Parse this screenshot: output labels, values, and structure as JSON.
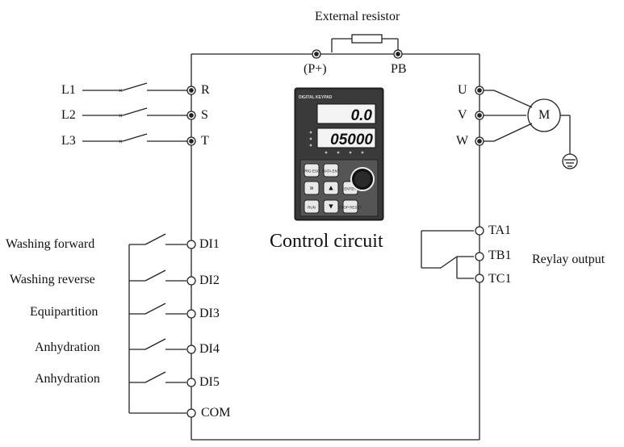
{
  "resistor": {
    "title": "External resistor",
    "left_terminal": "(P+)",
    "right_terminal": "PB"
  },
  "power_inputs": [
    {
      "line": "L1",
      "terminal": "R"
    },
    {
      "line": "L2",
      "terminal": "S"
    },
    {
      "line": "L3",
      "terminal": "T"
    }
  ],
  "motor": {
    "label": "M",
    "terminals": [
      "U",
      "V",
      "W"
    ]
  },
  "digital_inputs": [
    {
      "label": "Washing forward",
      "terminal": "DI1"
    },
    {
      "label": "Washing reverse",
      "terminal": "DI2"
    },
    {
      "label": "Equipartition",
      "terminal": "DI3"
    },
    {
      "label": "Anhydration",
      "terminal": "DI4"
    },
    {
      "label": "Anhydration",
      "terminal": "DI5"
    }
  ],
  "common_terminal": "COM",
  "relay": {
    "terminals": [
      "TA1",
      "TB1",
      "TC1"
    ],
    "label": "Reylay output"
  },
  "center_label": "Control circuit",
  "keypad": {
    "brand": "DIGITAL KEYPAD",
    "display_top": "0.0",
    "display_main": "05000",
    "buttons": [
      "PRG ESC",
      "DATA ENT",
      "»",
      "▲",
      "ENTER",
      "RUN",
      "▼",
      "STOP RESET"
    ]
  }
}
